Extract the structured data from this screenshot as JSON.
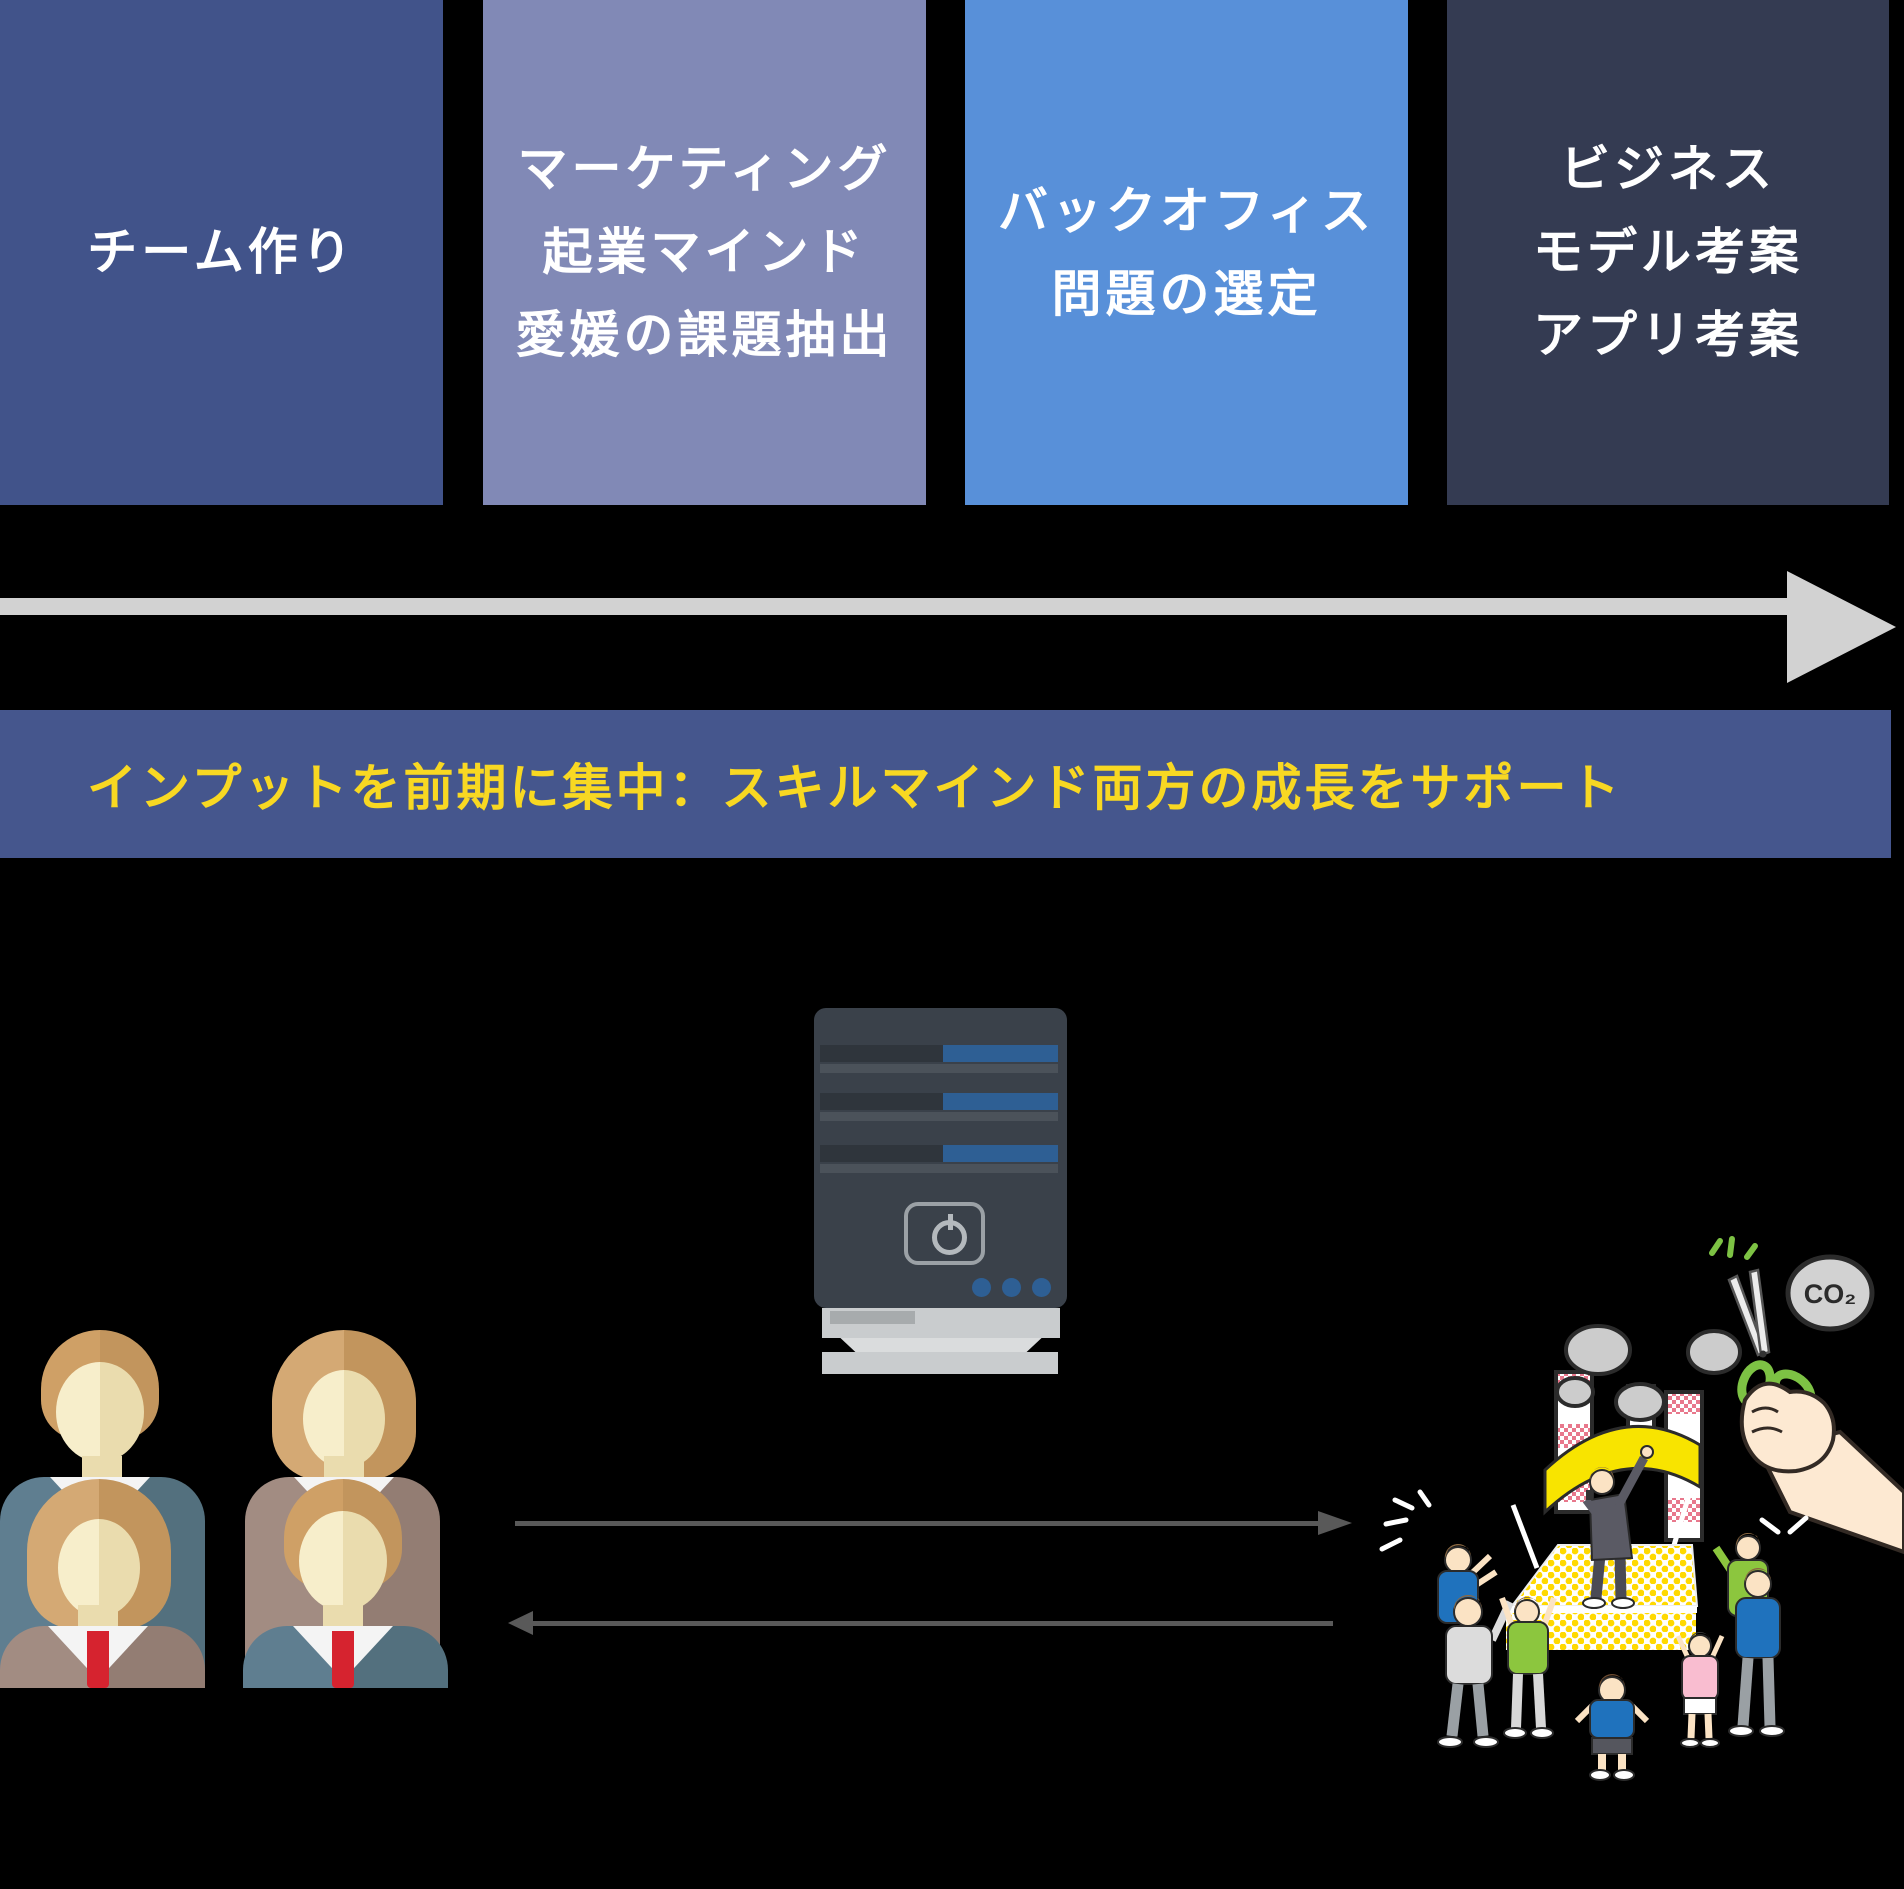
{
  "phases": [
    {
      "lines": [
        "チーム作り"
      ]
    },
    {
      "lines": [
        "マーケティング",
        "起業マインド",
        "愛媛の課題抽出"
      ]
    },
    {
      "lines": [
        "バックオフィス",
        "問題の選定"
      ]
    },
    {
      "lines": [
        "ビジネス",
        "モデル考案",
        "アプリ考案"
      ]
    }
  ],
  "banner": {
    "text": "インプットを前期に集中：スキルマインド両方の成長をサポート"
  },
  "illustration": {
    "co2_label": "CO₂"
  },
  "icons": {
    "timeline": "arrow-right-icon",
    "flow_to_goal": "arrow-right-icon",
    "flow_back": "arrow-left-icon",
    "server": "server-icon",
    "power": "power-icon",
    "team": "team-avatars-icon",
    "goal": "co2-cutting-scene-icon"
  },
  "colors": {
    "background": "#000000",
    "phase1_bg": "#41538a",
    "phase2_bg": "#8189b6",
    "phase3_bg": "#5890d9",
    "phase4_bg": "#343b52",
    "phase_text": "#ffffff",
    "banner_bg": "#45568d",
    "banner_text": "#f8d822",
    "timeline_arrow": "#d2d2d2",
    "flow_arrow": "#595959",
    "server_body": "#3a414a",
    "server_blue": "#2e5f94",
    "suit_gray": "#5f7e90",
    "suit_mauve": "#a28c82",
    "tie_red": "#d6232f",
    "skin": "#f7eecb",
    "hair": "#cfa066",
    "illo_yellow": "#f8e400",
    "stage_dot_yellow": "#ffd900",
    "scissors_green": "#7dc244",
    "smoke_gray": "#cccccc"
  }
}
